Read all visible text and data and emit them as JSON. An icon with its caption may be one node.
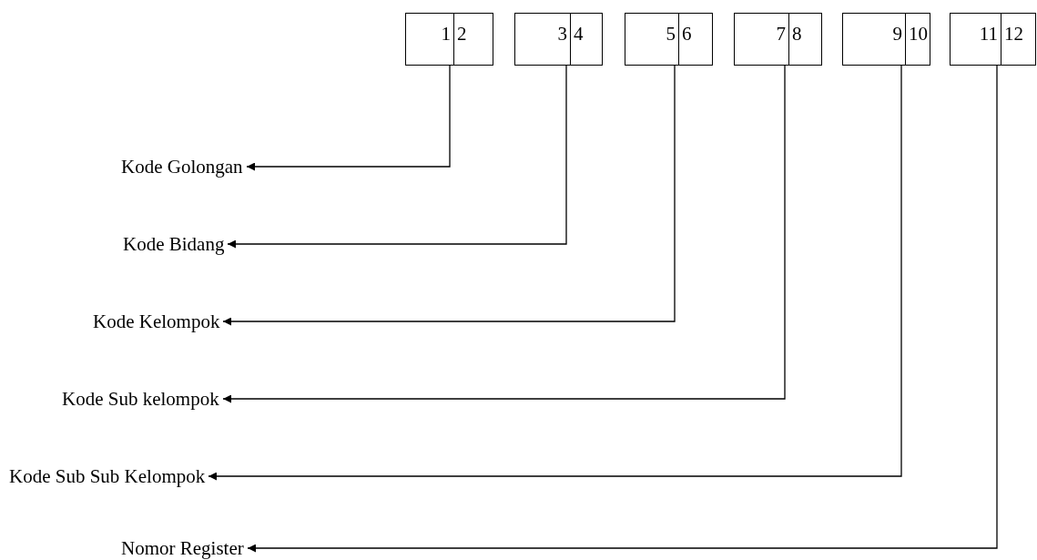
{
  "diagram": {
    "nodes": [
      {
        "text": [
          "1",
          "2"
        ]
      },
      {
        "text": [
          "3",
          "4"
        ]
      },
      {
        "text": [
          "5",
          "6"
        ]
      },
      {
        "text": [
          "7",
          "8"
        ]
      },
      {
        "text": [
          "9",
          "10"
        ]
      },
      {
        "text": [
          "11",
          "12"
        ]
      },
      {
        "text": [
          "Kode Golongan"
        ]
      },
      {
        "text": [
          "Kode Bidang"
        ]
      },
      {
        "text": [
          "Kode Kelompok"
        ]
      },
      {
        "text": [
          "Kode Sub kelompok"
        ]
      },
      {
        "text": [
          "Kode Sub Sub Kelompok"
        ]
      },
      {
        "text": [
          "Nomor Register"
        ]
      }
    ],
    "edges": [
      {
        "from": 0,
        "to": 6,
        "arrow": "to"
      },
      {
        "from": 1,
        "to": 7,
        "arrow": "to"
      },
      {
        "from": 2,
        "to": 8,
        "arrow": "to"
      },
      {
        "from": 3,
        "to": 9,
        "arrow": "to"
      },
      {
        "from": 4,
        "to": 10,
        "arrow": "to"
      },
      {
        "from": 5,
        "to": 11,
        "arrow": "to"
      }
    ]
  }
}
